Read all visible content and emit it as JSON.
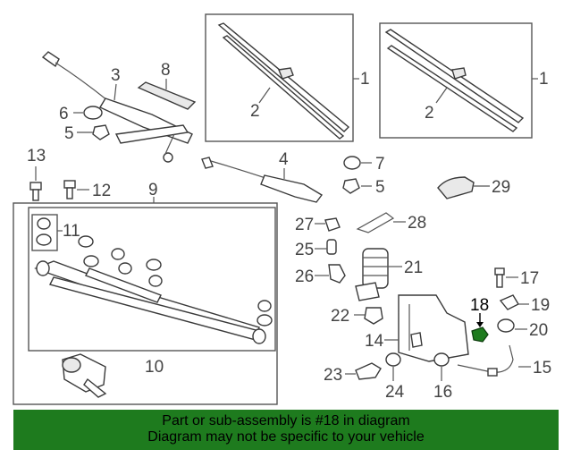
{
  "diagram": {
    "highlight_color": "#1e7b1e",
    "callouts": {
      "c1a": "1",
      "c1b": "1",
      "c2a": "2",
      "c2b": "2",
      "c3": "3",
      "c4": "4",
      "c5a": "5",
      "c5b": "5",
      "c6": "6",
      "c7": "7",
      "c8": "8",
      "c9": "9",
      "c10": "10",
      "c11": "11",
      "c12": "12",
      "c13": "13",
      "c14": "14",
      "c15": "15",
      "c16": "16",
      "c17": "17",
      "c18": "18",
      "c19": "19",
      "c20": "20",
      "c21": "21",
      "c22": "22",
      "c23": "23",
      "c24": "24",
      "c25": "25",
      "c26": "26",
      "c27": "27",
      "c28": "28",
      "c29": "29"
    }
  },
  "banner": {
    "line1": "Part or sub-assembly is #18 in diagram",
    "line2": "Diagram may not be specific to your vehicle",
    "background": "#1e7b1e"
  }
}
